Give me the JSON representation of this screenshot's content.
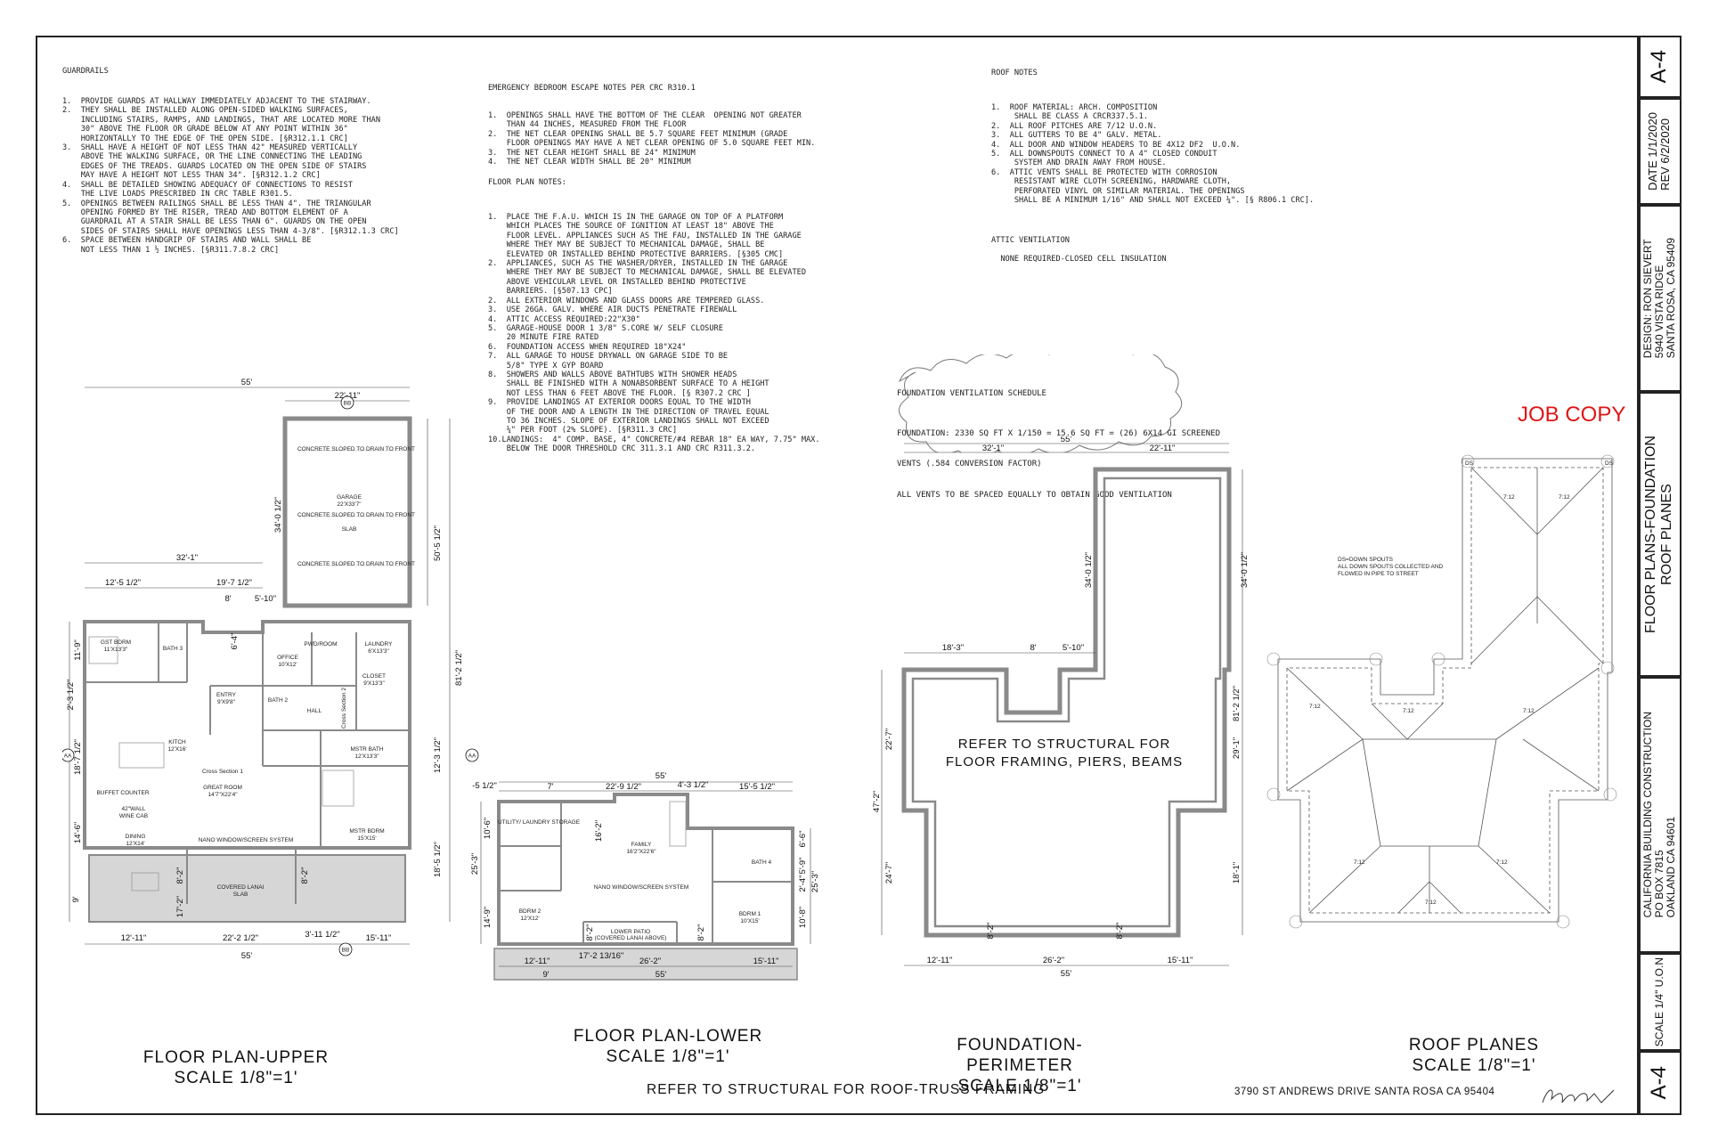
{
  "notes": {
    "guardrails": {
      "heading": "GUARDRAILS",
      "items": [
        "1.  PROVIDE GUARDS AT HALLWAY IMMEDIATELY ADJACENT TO THE STAIRWAY.",
        "2.  THEY SHALL BE INSTALLED ALONG OPEN-SIDED WALKING SURFACES,",
        "    INCLUDING STAIRS, RAMPS, AND LANDINGS, THAT ARE LOCATED MORE THAN",
        "    30\" ABOVE THE FLOOR OR GRADE BELOW AT ANY POINT WITHIN 36\"",
        "    HORIZONTALLY TO THE EDGE OF THE OPEN SIDE. [§R312.1.1 CRC]",
        "3.  SHALL HAVE A HEIGHT OF NOT LESS THAN 42\" MEASURED VERTICALLY",
        "    ABOVE THE WALKING SURFACE, OR THE LINE CONNECTING THE LEADING",
        "    EDGES OF THE TREADS. GUARDS LOCATED ON THE OPEN SIDE OF STAIRS",
        "    MAY HAVE A HEIGHT NOT LESS THAN 34\". [§R312.1.2 CRC]",
        "4.  SHALL BE DETAILED SHOWING ADEQUACY OF CONNECTIONS TO RESIST",
        "    THE LIVE LOADS PRESCRIBED IN CRC TABLE R301.5.",
        "5.  OPENINGS BETWEEN RAILINGS SHALL BE LESS THAN 4\". THE TRIANGULAR",
        "    OPENING FORMED BY THE RISER, TREAD AND BOTTOM ELEMENT OF A",
        "    GUARDRAIL AT A STAIR SHALL BE LESS THAN 6\". GUARDS ON THE OPEN",
        "    SIDES OF STAIRS SHALL HAVE OPENINGS LESS THAN 4-3/8\". [§R312.1.3 CRC]",
        "6.  SPACE BETWEEN HANDGRIP OF STAIRS AND WALL SHALL BE",
        "    NOT LESS THAN 1 ½ INCHES. [§R311.7.8.2 CRC]"
      ]
    },
    "egress": {
      "heading": "EMERGENCY BEDROOM ESCAPE NOTES PER CRC R310.1",
      "items": [
        "1.  OPENINGS SHALL HAVE THE BOTTOM OF THE CLEAR  OPENING NOT GREATER",
        "    THAN 44 INCHES, MEASURED FROM THE FLOOR",
        "2.  THE NET CLEAR OPENING SHALL BE 5.7 SQUARE FEET MINIMUM (GRADE",
        "    FLOOR OPENINGS MAY HAVE A NET CLEAR OPENING OF 5.0 SQUARE FEET MIN.",
        "3.  THE NET CLEAR HEIGHT SHALL BE 24\" MINIMUM",
        "4.  THE NET CLEAR WIDTH SHALL BE 20\" MINIMUM"
      ]
    },
    "floor_plan": {
      "heading": "FLOOR PLAN NOTES:",
      "items": [
        "1.  PLACE THE F.A.U. WHICH IS IN THE GARAGE ON TOP OF A PLATFORM",
        "    WHICH PLACES THE SOURCE OF IGNITION AT LEAST 18\" ABOVE THE",
        "    FLOOR LEVEL. APPLIANCES SUCH AS THE FAU, INSTALLED IN THE GARAGE",
        "    WHERE THEY MAY BE SUBJECT TO MECHANICAL DAMAGE, SHALL BE",
        "    ELEVATED OR INSTALLED BEHIND PROTECTIVE BARRIERS. [§305 CMC]",
        "2.  APPLIANCES, SUCH AS THE WASHER/DRYER, INSTALLED IN THE GARAGE",
        "    WHERE THEY MAY BE SUBJECT TO MECHANICAL DAMAGE, SHALL BE ELEVATED",
        "    ABOVE VEHICULAR LEVEL OR INSTALLED BEHIND PROTECTIVE",
        "    BARRIERS. [§507.13 CPC]",
        "2.  ALL EXTERIOR WINDOWS AND GLASS DOORS ARE TEMPERED GLASS.",
        "3.  USE 26GA. GALV. WHERE AIR DUCTS PENETRATE FIREWALL",
        "4.  ATTIC ACCESS REQUIRED:22\"X30\"",
        "5.  GARAGE-HOUSE DOOR 1 3/8\" S.CORE W/ SELF CLOSURE",
        "    20 MINUTE FIRE RATED",
        "6.  FOUNDATION ACCESS WHEN REQUIRED 18\"X24\"",
        "7.  ALL GARAGE TO HOUSE DRYWALL ON GARAGE SIDE TO BE",
        "    5/8\" TYPE X GYP BOARD",
        "8.  SHOWERS AND WALLS ABOVE BATHTUBS WITH SHOWER HEADS",
        "    SHALL BE FINISHED WITH A NONABSORBENT SURFACE TO A HEIGHT",
        "    NOT LESS THAN 6 FEET ABOVE THE FLOOR. [§ R307.2 CRC ]",
        "9.  PROVIDE LANDINGS AT EXTERIOR DOORS EQUAL TO THE WIDTH",
        "    OF THE DOOR AND A LENGTH IN THE DIRECTION OF TRAVEL EQUAL",
        "    TO 36 INCHES. SLOPE OF EXTERIOR LANDINGS SHALL NOT EXCEED",
        "    ¼\" PER FOOT (2% SLOPE). [§R311.3 CRC]",
        "10.LANDINGS:  4\" COMP. BASE, 4\" CONCRETE/#4 REBAR 18\" EA WAY, 7.75\" MAX.",
        "    BELOW THE DOOR THRESHOLD CRC 311.3.1 AND CRC R311.3.2."
      ]
    },
    "roof": {
      "heading": "ROOF NOTES",
      "items": [
        "1.  ROOF MATERIAL: ARCH. COMPOSITION",
        "     SHALL BE CLASS A CRCR337.5.1.",
        "2.  ALL ROOF PITCHES ARE 7/12 U.O.N.",
        "3.  ALL GUTTERS TO BE 4\" GALV. METAL.",
        "4.  ALL DOOR AND WINDOW HEADERS TO BE 4X12 DF2  U.O.N.",
        "5.  ALL DOWNSPOUTS CONNECT TO A 4\" CLOSED CONDUIT",
        "     SYSTEM AND DRAIN AWAY FROM HOUSE.",
        "6.  ATTIC VENTS SHALL BE PROTECTED WITH CORROSION",
        "     RESISTANT WIRE CLOTH SCREENING, HARDWARE CLOTH,",
        "     PERFORATED VINYL OR SIMILAR MATERIAL. THE OPENINGS",
        "     SHALL BE A MINIMUM 1/16\" AND SHALL NOT EXCEED ¼\". [§ R806.1 CRC]."
      ],
      "attic_heading": "ATTIC VENTILATION",
      "attic_text": "NONE REQUIRED-CLOSED CELL INSULATION"
    },
    "foundation_vent": {
      "heading": "FOUNDATION VENTILATION SCHEDULE",
      "line1": "FOUNDATION: 2330 SQ FT X 1/150 = 15.6 SQ FT = (26) 6X14 GI SCREENED",
      "line2": "VENTS (.584 CONVERSION FACTOR)",
      "line3": "ALL VENTS TO BE SPACED EQUALLY TO OBTAIN GOOD VENTILATION"
    }
  },
  "drawings": {
    "upper": {
      "title": "FLOOR PLAN-UPPER",
      "scale": "SCALE 1/8\"=1'",
      "dims": {
        "overall": "55'",
        "garage_w": "22'-11\"",
        "garage_d": "34'-0 1/2\"",
        "d32": "32'-1\"",
        "d12": "12'-5 1/2\"",
        "d19": "19'-7 1/2\"",
        "d8": "8'",
        "d5": "5'-10\"",
        "right_total": "81'-2 1/2\"",
        "right_50": "50'-5 1/2\"",
        "right_12": "12'-3 1/2\"",
        "right_18": "18'-5 1/2\"",
        "left_11": "11'-9\"",
        "left_2": "2'-3 1/2\"",
        "left_18": "18'-7 1/2\"",
        "left_14": "14'-6\"",
        "left_9": "9'",
        "bottom_12": "12'-11\"",
        "bottom_22": "22'-2 1/2\"",
        "bottom_3": "3'-11 1/2\"",
        "bottom_15": "15'-11\"",
        "bottom_total": "55'",
        "d6": "6'-4\"",
        "d8b": "8'-2\"",
        "d17": "17'-2\"",
        "d8c": "8'-2\""
      },
      "rooms": {
        "garage": "GARAGE",
        "garage_size": "22'X33'7\"",
        "slab": "SLAB",
        "concrete1": "CONCRETE SLOPED TO DRAIN TO FRONT",
        "gst": "GST BDRM",
        "gst_size": "11'X13'3\"",
        "bath3": "BATH 3",
        "office": "OFFICE",
        "office_size": "10'X12'",
        "laundry": "LAUNDRY",
        "laundry_size": "6'X13'3\"",
        "closet": "CLOSET",
        "closet_size": "9'X13'3\"",
        "entry": "ENTRY",
        "entry_size": "9'X9'8\"",
        "bath2": "BATH 2",
        "hall": "HALL",
        "kitch": "KITCH",
        "kitch_size": "12'X16'",
        "great": "GREAT ROOM",
        "great_size": "14'7\"X22'4\"",
        "mstr_bath": "MSTR BATH",
        "mstr_bath_size": "12'X13'3\"",
        "mstr_bdrm": "MSTR BDRM",
        "mstr_bdrm_size": "15'X15'",
        "dining": "DINING",
        "dining_size": "12'X14'",
        "lanai": "COVERED LANAI",
        "lanai_slab": "SLAB",
        "nano": "NANO WINDOW/SCREEN SYSTEM",
        "cross1": "Cross Section 1",
        "cross2": "Cross Section 2",
        "buffet": "BUFFET COUNTER",
        "wine": "WINE CAB",
        "wall42": "42\"WALL",
        "pwd": "PWD/ROOM"
      },
      "markers": {
        "bb_top": "BB",
        "bb_bottom": "BB",
        "aa_left": "AA",
        "aa_right": "AA"
      }
    },
    "lower": {
      "title": "FLOOR PLAN-LOWER",
      "scale": "SCALE 1/8\"=1'",
      "dims": {
        "overall": "55'",
        "d5": "-5 1/2\"",
        "d7": "7'",
        "d22": "22'-9 1/2\"",
        "d4": "4'-3 1/2\"",
        "d15": "15'-5 1/2\"",
        "l10": "10'-6\"",
        "l25": "25'-3\"",
        "l14": "14'-9\"",
        "r6": "6'-6\"",
        "r5": "5'-9\"",
        "r2": "2'-4\"",
        "r25": "25'-3\"",
        "r10": "10'-8\"",
        "b12": "12'-11\"",
        "b17": "17'-2 13/16\"",
        "b26": "26'-2\"",
        "b15": "15'-11\"",
        "b55": "55'",
        "d16": "16'-2\"",
        "d8a": "8'-2\"",
        "d8b": "8'-2\"",
        "d9": "9'"
      },
      "rooms": {
        "family": "FAMILY",
        "family_size": "16'2\"X22'6\"",
        "utility": "UTILITY/ LAUNDRY STORAGE",
        "bdrm2": "BDRM 2",
        "bdrm2_size": "12'X12'",
        "bdrm1": "BDRM 1",
        "bdrm1_size": "10'X15'",
        "bath4": "BATH 4",
        "nano": "NANO WINDOW/SCREEN SYSTEM",
        "patio": "LOWER PATIO",
        "patio_sub": "(COVERED LANAI ABOVE)"
      }
    },
    "foundation": {
      "title": "FOUNDATION-PERIMETER",
      "scale": "SCALE 1/8\"=1'",
      "refer1": "REFER TO STRUCTURAL FOR",
      "refer2": "FLOOR FRAMING, PIERS, BEAMS",
      "dims": {
        "overall": "55'",
        "d32": "32'-1\"",
        "d22": "22'-11\"",
        "d34a": "34'-0 1/2\"",
        "d34b": "34'-0 1/2\"",
        "d18": "18'-3\"",
        "d8": "8'",
        "d5": "5'-10\"",
        "l22": "22'-7\"",
        "l47": "47'-2\"",
        "l24": "24'-7\"",
        "r81": "81'-2 1/2\"",
        "r29": "29'-1\"",
        "r18": "18'-1\"",
        "b12": "12'-11\"",
        "b26": "26'-2\"",
        "b15": "15'-11\"",
        "b55": "55'",
        "d8a": "8'-2\"",
        "d8b": "8'-2\""
      }
    },
    "roof": {
      "title": "ROOF PLANES",
      "scale": "SCALE 1/8\"=1'",
      "ds_note1": "DS=DOWN SPOUTS",
      "ds_note2": "ALL DOWN SPOUTS COLLECTED AND",
      "ds_note3": "FLOWED IN PIPE TO STREET",
      "pitch": "7:12",
      "ds": "DS"
    }
  },
  "title_block": {
    "sheet_top": "A-4",
    "date_line1": "DATE 1/1/2020",
    "date_line2": "REV   6/2/2020",
    "design_line1": "DESIGN: RON SIEVERT",
    "design_line2": "5940 VISTA RIDGE",
    "design_line3": "SANTA ROSA, CA 95409",
    "sheet_title1": "FLOOR PLANS-FOUNDATION",
    "sheet_title2": "ROOF PLANES",
    "company1": "CALIFORNIA BUILDING CONSTRUCTION",
    "company2": "PO BOX 7815",
    "company3": "OAKLAND CA 94601",
    "scale": "SCALE 1/4\" U.O.N",
    "sheet_bottom": "A-4"
  },
  "stamp": "JOB COPY",
  "footer": {
    "refer_roof": "REFER TO STRUCTURAL FOR ROOF-TRUSS FRAMING",
    "address": "3790 ST ANDREWS DRIVE SANTA ROSA CA 95404",
    "signature": "RGOmt"
  },
  "colors": {
    "ink": "#111111",
    "stamp": "#e01515",
    "wall": "#8a8a8a",
    "lanai": "#d6d6d6"
  }
}
